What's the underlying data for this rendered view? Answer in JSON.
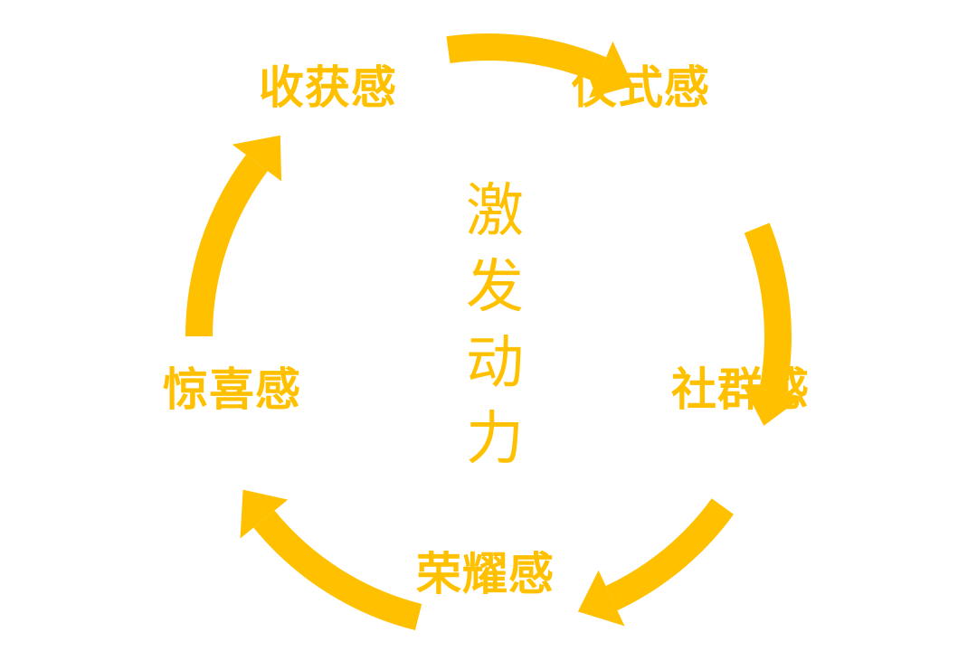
{
  "diagram": {
    "center": "激发动力",
    "nodes": [
      {
        "id": "harvest",
        "label": "收获感"
      },
      {
        "id": "ritual",
        "label": "仪式感"
      },
      {
        "id": "community",
        "label": "社群感"
      },
      {
        "id": "honor",
        "label": "荣耀感"
      },
      {
        "id": "surprise",
        "label": "惊喜感"
      }
    ],
    "edges": [
      {
        "from": "harvest",
        "to": "ritual"
      },
      {
        "from": "ritual",
        "to": "community"
      },
      {
        "from": "community",
        "to": "honor"
      },
      {
        "from": "honor",
        "to": "surprise"
      },
      {
        "from": "surprise",
        "to": "harvest"
      }
    ],
    "colors": {
      "accent": "#FFC000",
      "background": "#FFFFFF"
    }
  }
}
